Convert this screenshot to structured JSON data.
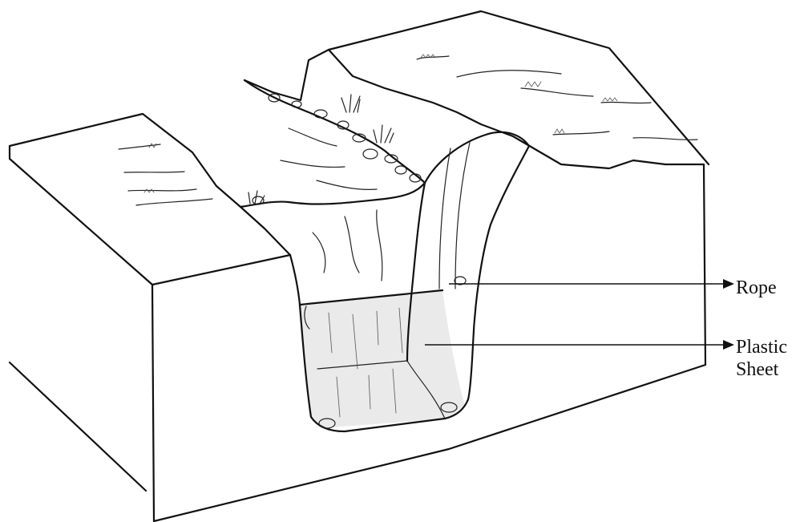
{
  "labels": {
    "rope": "Rope",
    "plastic_line1": "Plastic",
    "plastic_line2": "Sheet"
  }
}
